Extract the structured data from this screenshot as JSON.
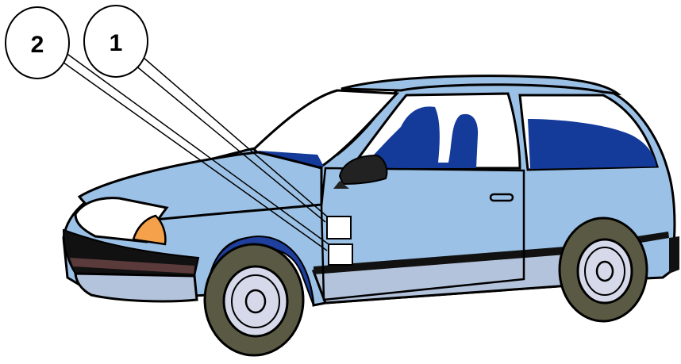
{
  "callouts": [
    {
      "number": "2",
      "target": "lower-door-label"
    },
    {
      "number": "1",
      "target": "upper-door-label"
    }
  ],
  "colors": {
    "body": "#9cc1e6",
    "body_shade": "#7ea9d6",
    "lower_panel": "#b4c3dc",
    "interior": "#143a9a",
    "outline": "#000000",
    "glass": "#ffffff",
    "turn_signal": "#f5a04a",
    "bumper": "#111111",
    "bumper_strip": "#5a3a3a",
    "tire": "#5a5a44",
    "hubcap": "#d6d9ea",
    "wheel_well": "#1e3f9e",
    "label": "#ffffff",
    "callout_fill": "#ffffff"
  },
  "icons": {
    "vehicle": "hatchback-car-icon"
  }
}
